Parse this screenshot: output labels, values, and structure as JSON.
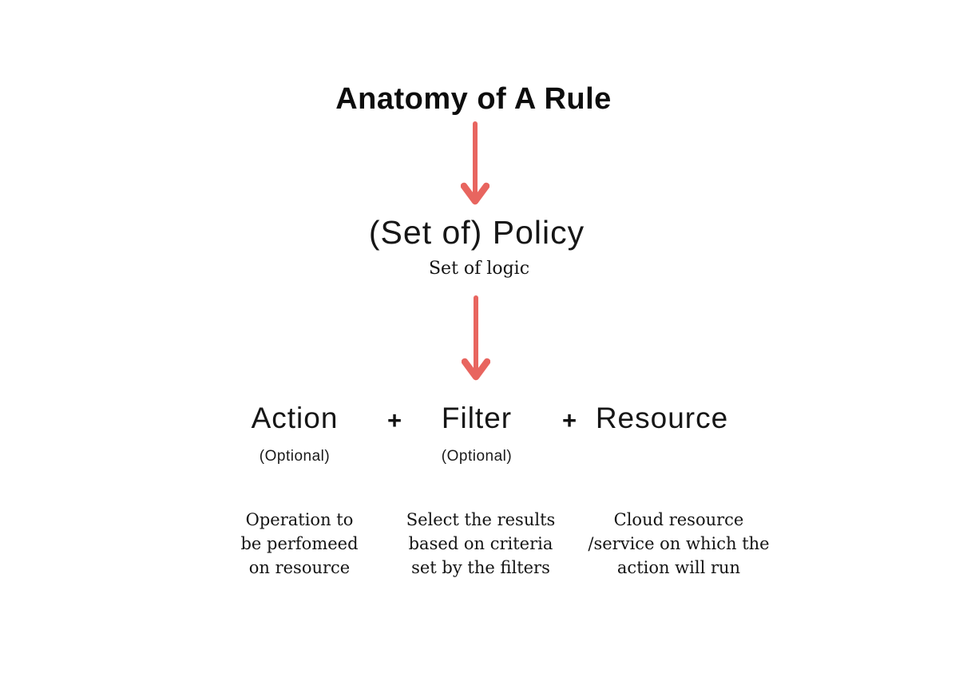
{
  "colors": {
    "arrow": "#E8655F",
    "text": "#141414",
    "background": "#FFFFFF"
  },
  "diagram": {
    "title": "Anatomy of A Rule",
    "policy": {
      "heading": "(Set of) Policy",
      "subheading": "Set of logic"
    },
    "plus_label": "+",
    "components": [
      {
        "label": "Action",
        "optional": "(Optional)",
        "lines": [
          "Operation to",
          "be perfomeed",
          "on resource"
        ]
      },
      {
        "label": "Filter",
        "optional": "(Optional)",
        "lines": [
          "Select the results",
          "based on criteria",
          "set by the filters"
        ]
      },
      {
        "label": "Resource",
        "optional": "",
        "lines": [
          "Cloud resource",
          "/service on which the",
          "action will run"
        ]
      }
    ],
    "arrows": [
      "arrow-down-icon",
      "arrow-down-icon"
    ]
  }
}
